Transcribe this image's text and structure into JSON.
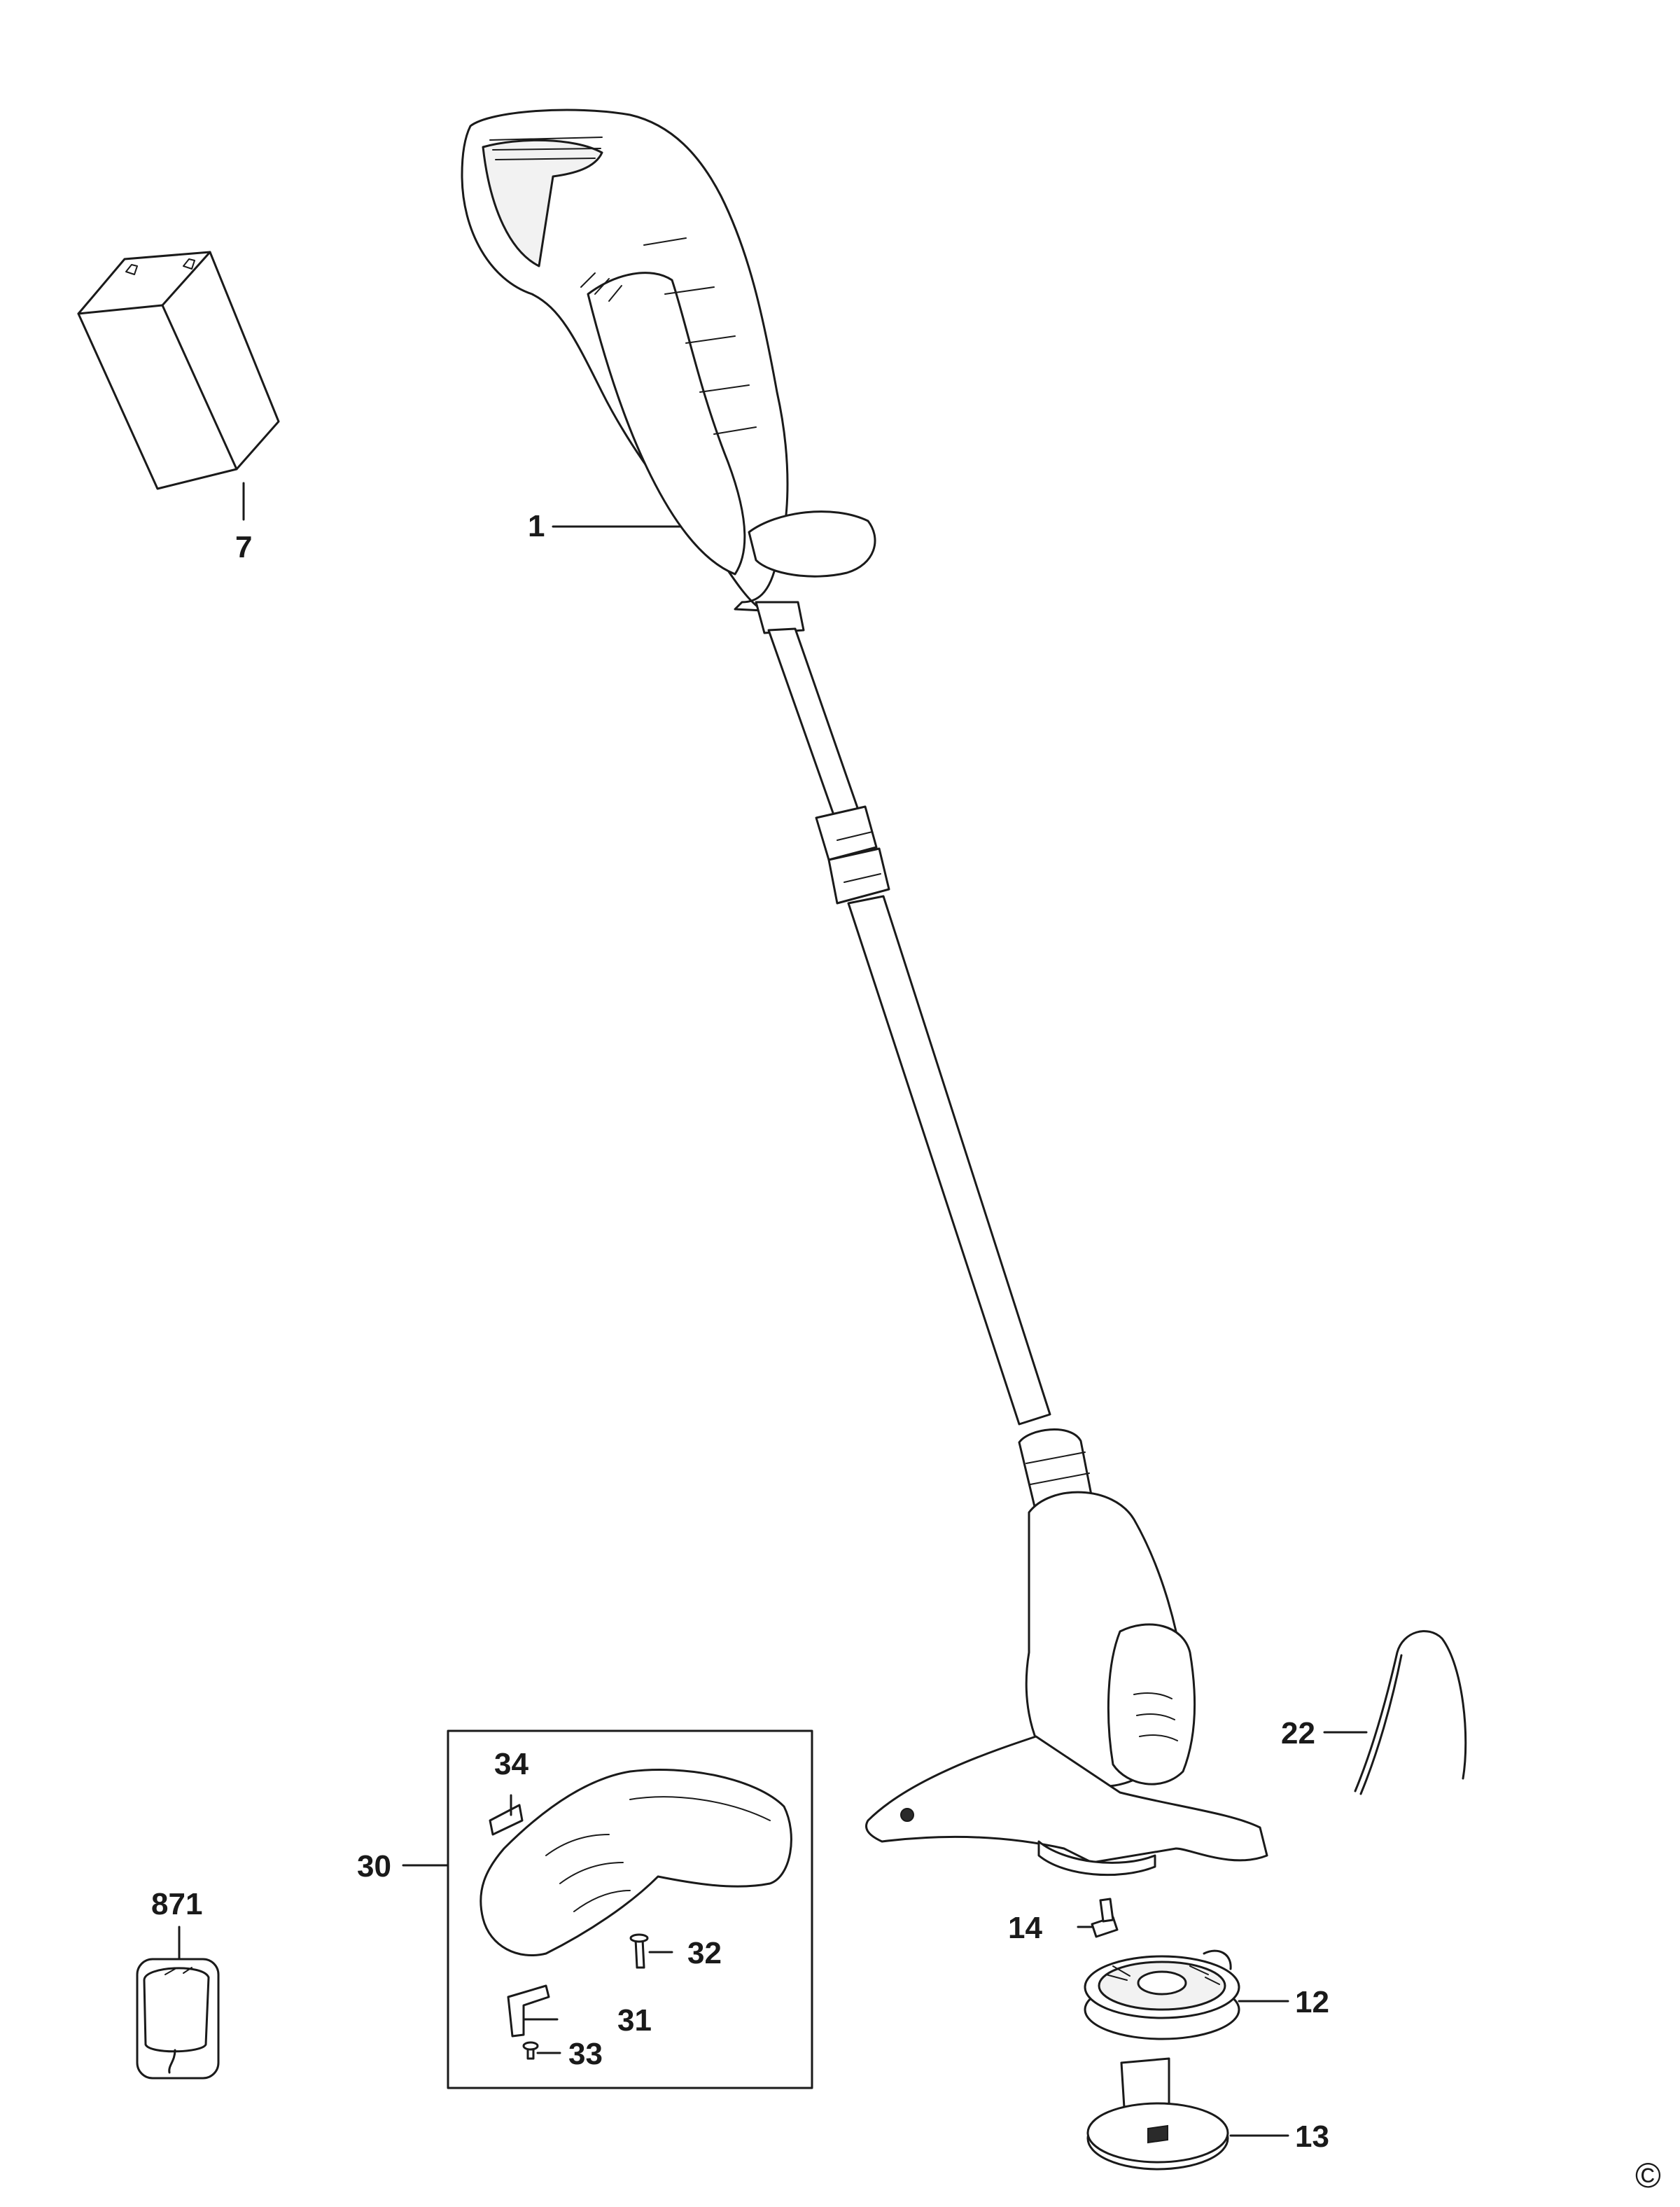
{
  "callouts": {
    "part_1": "1",
    "part_7": "7",
    "part_12": "12",
    "part_13": "13",
    "part_14": "14",
    "part_22": "22",
    "part_30": "30",
    "part_31": "31",
    "part_32": "32",
    "part_33": "33",
    "part_34": "34",
    "part_871": "871"
  },
  "copyright_mark": "©"
}
